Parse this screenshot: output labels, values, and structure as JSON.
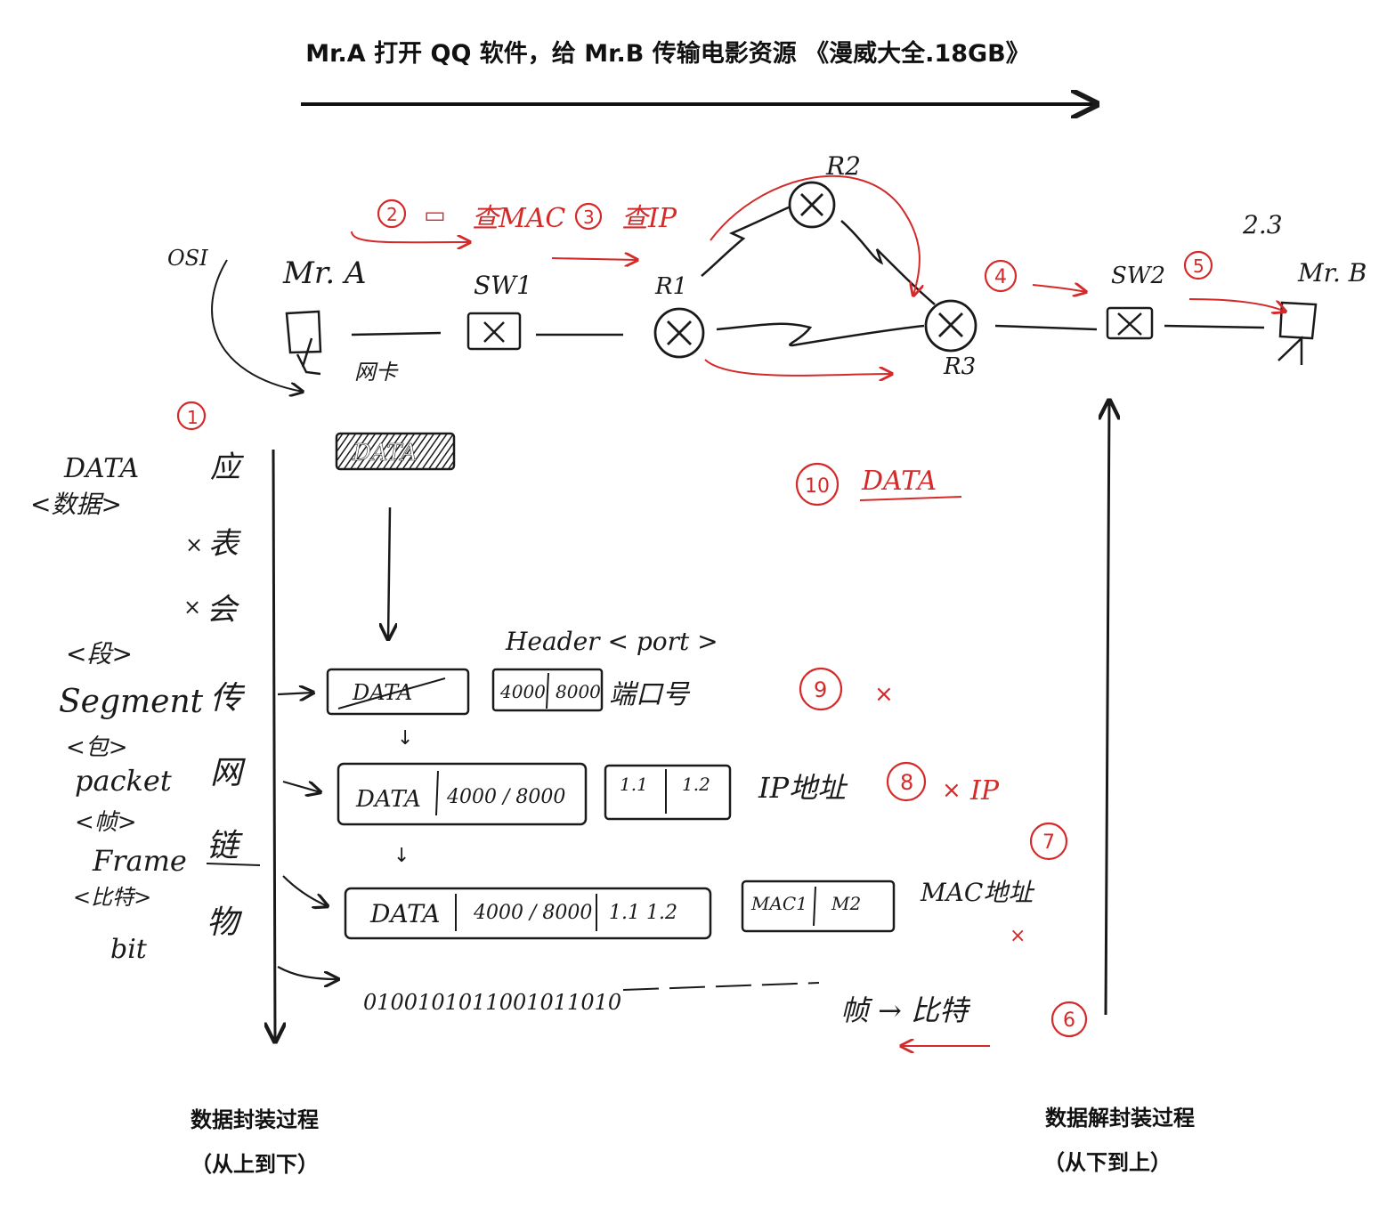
{
  "title": "Mr.A 打开 QQ 软件，给 Mr.B 传输电影资源 《漫威大全.18GB》",
  "captions": {
    "encap_title": "数据封装过程",
    "encap_sub": "（从上到下）",
    "decap_title": "数据解封装过程",
    "decap_sub": "（从下到上）"
  },
  "topology": {
    "osi": "OSI",
    "host_a": "Mr. A",
    "nic": "网卡",
    "sw1": "SW1",
    "r1": "R1",
    "r2": "R2",
    "r3": "R3",
    "sw2": "SW2",
    "host_b": "Mr. B",
    "host_b_ip": "2.3"
  },
  "steps": {
    "s1": "1",
    "s2": "2",
    "s2_text": "查MAC",
    "s3": "3",
    "s3_text": "查IP",
    "s4": "4",
    "s5": "5",
    "s6": "6",
    "s7": "7",
    "s8": "8",
    "s8_text": "IP",
    "s9": "9",
    "s10": "10",
    "s10_text": "DATA",
    "cross": "×"
  },
  "layers": {
    "app": "应",
    "pres": "表",
    "sess": "会",
    "trans": "传",
    "net": "网",
    "link": "链",
    "phys": "物",
    "x_mark": "×"
  },
  "units": {
    "data": "DATA",
    "data_cn": "<数据>",
    "segment_cn": "<段>",
    "segment": "Segment",
    "packet_cn": "<包>",
    "packet": "packet",
    "frame_cn": "<帧>",
    "frame": "Frame",
    "bit_cn": "<比特>",
    "bit": "bit"
  },
  "encapsulation": {
    "data_block": "DATA",
    "header_note": "Header < port >",
    "seg_data": "DATA",
    "port_src": "4000",
    "port_dst": "8000",
    "port_note": "端口号",
    "pkt_data": "DATA",
    "pkt_ports": "4000 / 8000",
    "ip_src": "1.1",
    "ip_dst": "1.2",
    "ip_note": "IP地址",
    "frm_data": "DATA",
    "frm_ports": "4000 / 8000",
    "frm_ips": "1.1  1.2",
    "mac_src": "MAC1",
    "mac_dst": "M2",
    "mac_note": "MAC地址",
    "bits": "0100101011001011010",
    "frame_to_bit": "帧 → 比特"
  }
}
